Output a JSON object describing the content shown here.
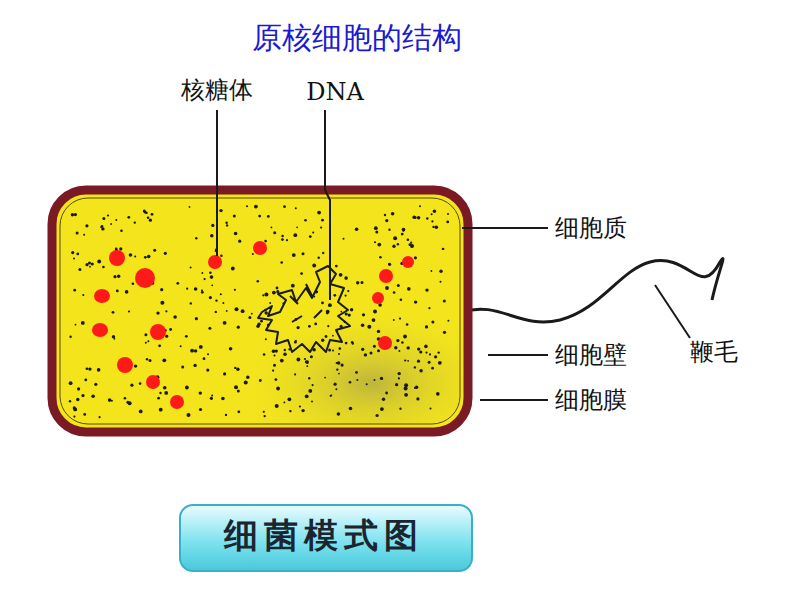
{
  "diagram": {
    "title": "原核细胞的结构",
    "caption": "细菌模式图",
    "labels": [
      "核糖体",
      "DNA",
      "细胞质",
      "细胞壁",
      "细胞膜",
      "鞭毛"
    ]
  }
}
